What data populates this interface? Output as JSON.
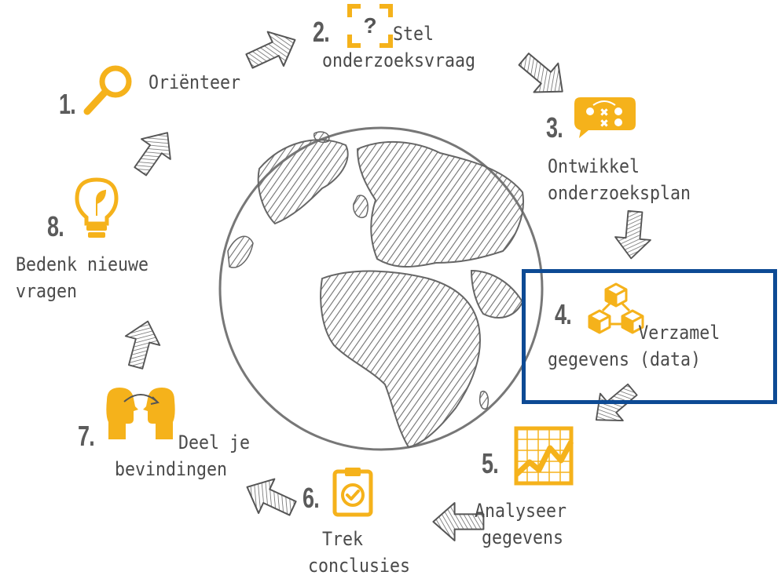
{
  "steps": [
    {
      "number": "1.",
      "lines": [
        "Oriënteer"
      ],
      "icon": "magnifier-icon"
    },
    {
      "number": "2.",
      "lines": [
        "Stel",
        "onderzoeksvraag"
      ],
      "icon": "question-frame-icon"
    },
    {
      "number": "3.",
      "lines": [
        "Ontwikkel",
        "onderzoeksplan"
      ],
      "icon": "strategy-bubble-icon"
    },
    {
      "number": "4.",
      "lines": [
        "Verzamel",
        "gegevens (data)"
      ],
      "icon": "cubes-icon"
    },
    {
      "number": "5.",
      "lines": [
        "Analyseer",
        "gegevens"
      ],
      "icon": "line-chart-icon"
    },
    {
      "number": "6.",
      "lines": [
        "Trek",
        "conclusies"
      ],
      "icon": "checklist-clipboard-icon"
    },
    {
      "number": "7.",
      "lines": [
        "Deel je",
        "bevindingen"
      ],
      "icon": "sharing-heads-icon"
    },
    {
      "number": "8.",
      "lines": [
        "Bedenk nieuwe",
        "vragen"
      ],
      "icon": "lightbulb-icon"
    }
  ],
  "highlighted_step": "4.",
  "colors": {
    "accent": "#f5b21b",
    "text": "#4a4a4a",
    "sketch": "#6d6d6d",
    "highlight": "#0d4a94"
  }
}
